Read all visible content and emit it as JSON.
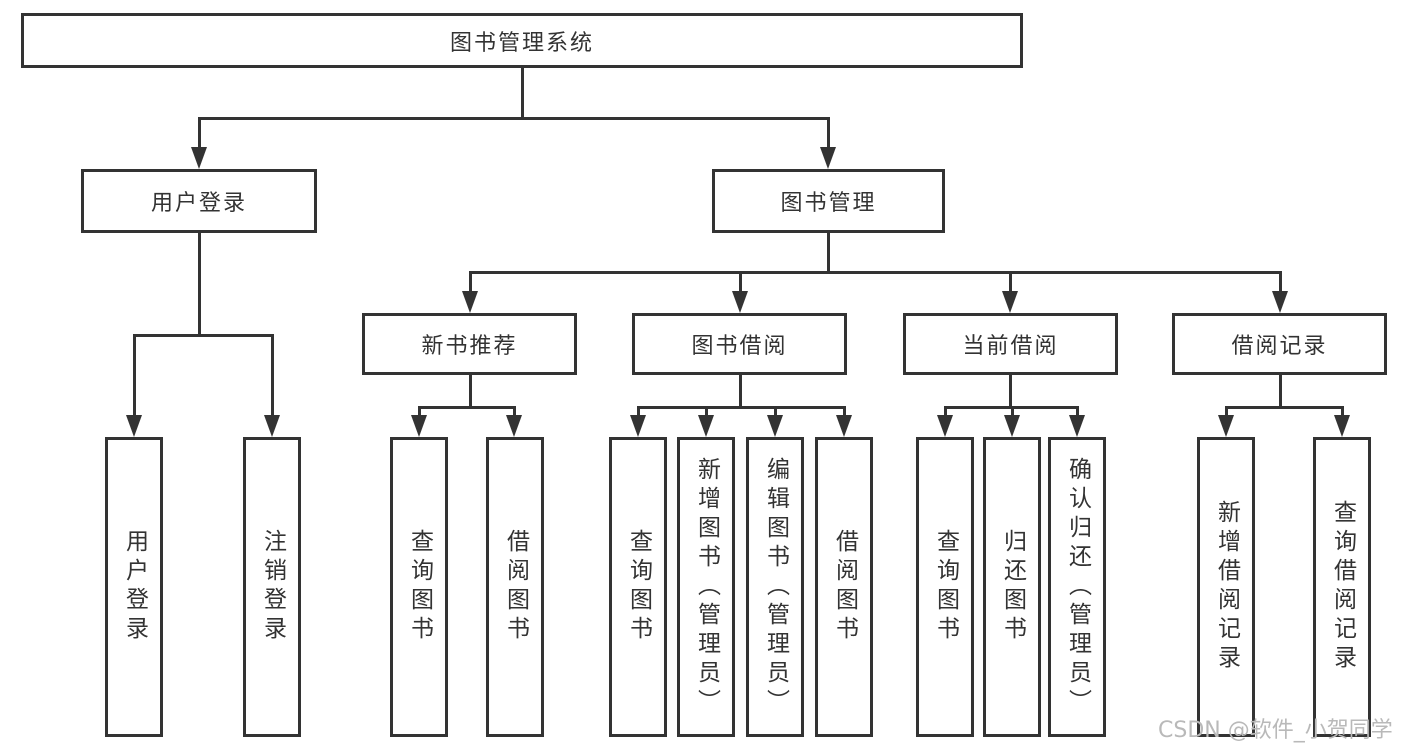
{
  "diagram": {
    "type": "tree",
    "colors": {
      "line": "#333333",
      "background": "#ffffff",
      "watermark": "#b9b9b9"
    },
    "tree": {
      "root": {
        "label": "图书管理系统"
      },
      "branches": [
        {
          "label": "用户登录",
          "children": [
            "用户登录",
            "注销登录"
          ]
        },
        {
          "label": "图书管理",
          "sections": [
            {
              "label": "新书推荐",
              "children": [
                "查询图书",
                "借阅图书"
              ]
            },
            {
              "label": "图书借阅",
              "children": [
                "查询图书",
                "新增图书（管理员）",
                "编辑图书（管理员）",
                "借阅图书"
              ]
            },
            {
              "label": "当前借阅",
              "children": [
                "查询图书",
                "归还图书",
                "确认归还（管理员）"
              ]
            },
            {
              "label": "借阅记录",
              "children": [
                "新增借阅记录",
                "查询借阅记录"
              ]
            }
          ]
        }
      ]
    },
    "watermark": {
      "text": "CSDN @软件_小贺同学"
    }
  }
}
